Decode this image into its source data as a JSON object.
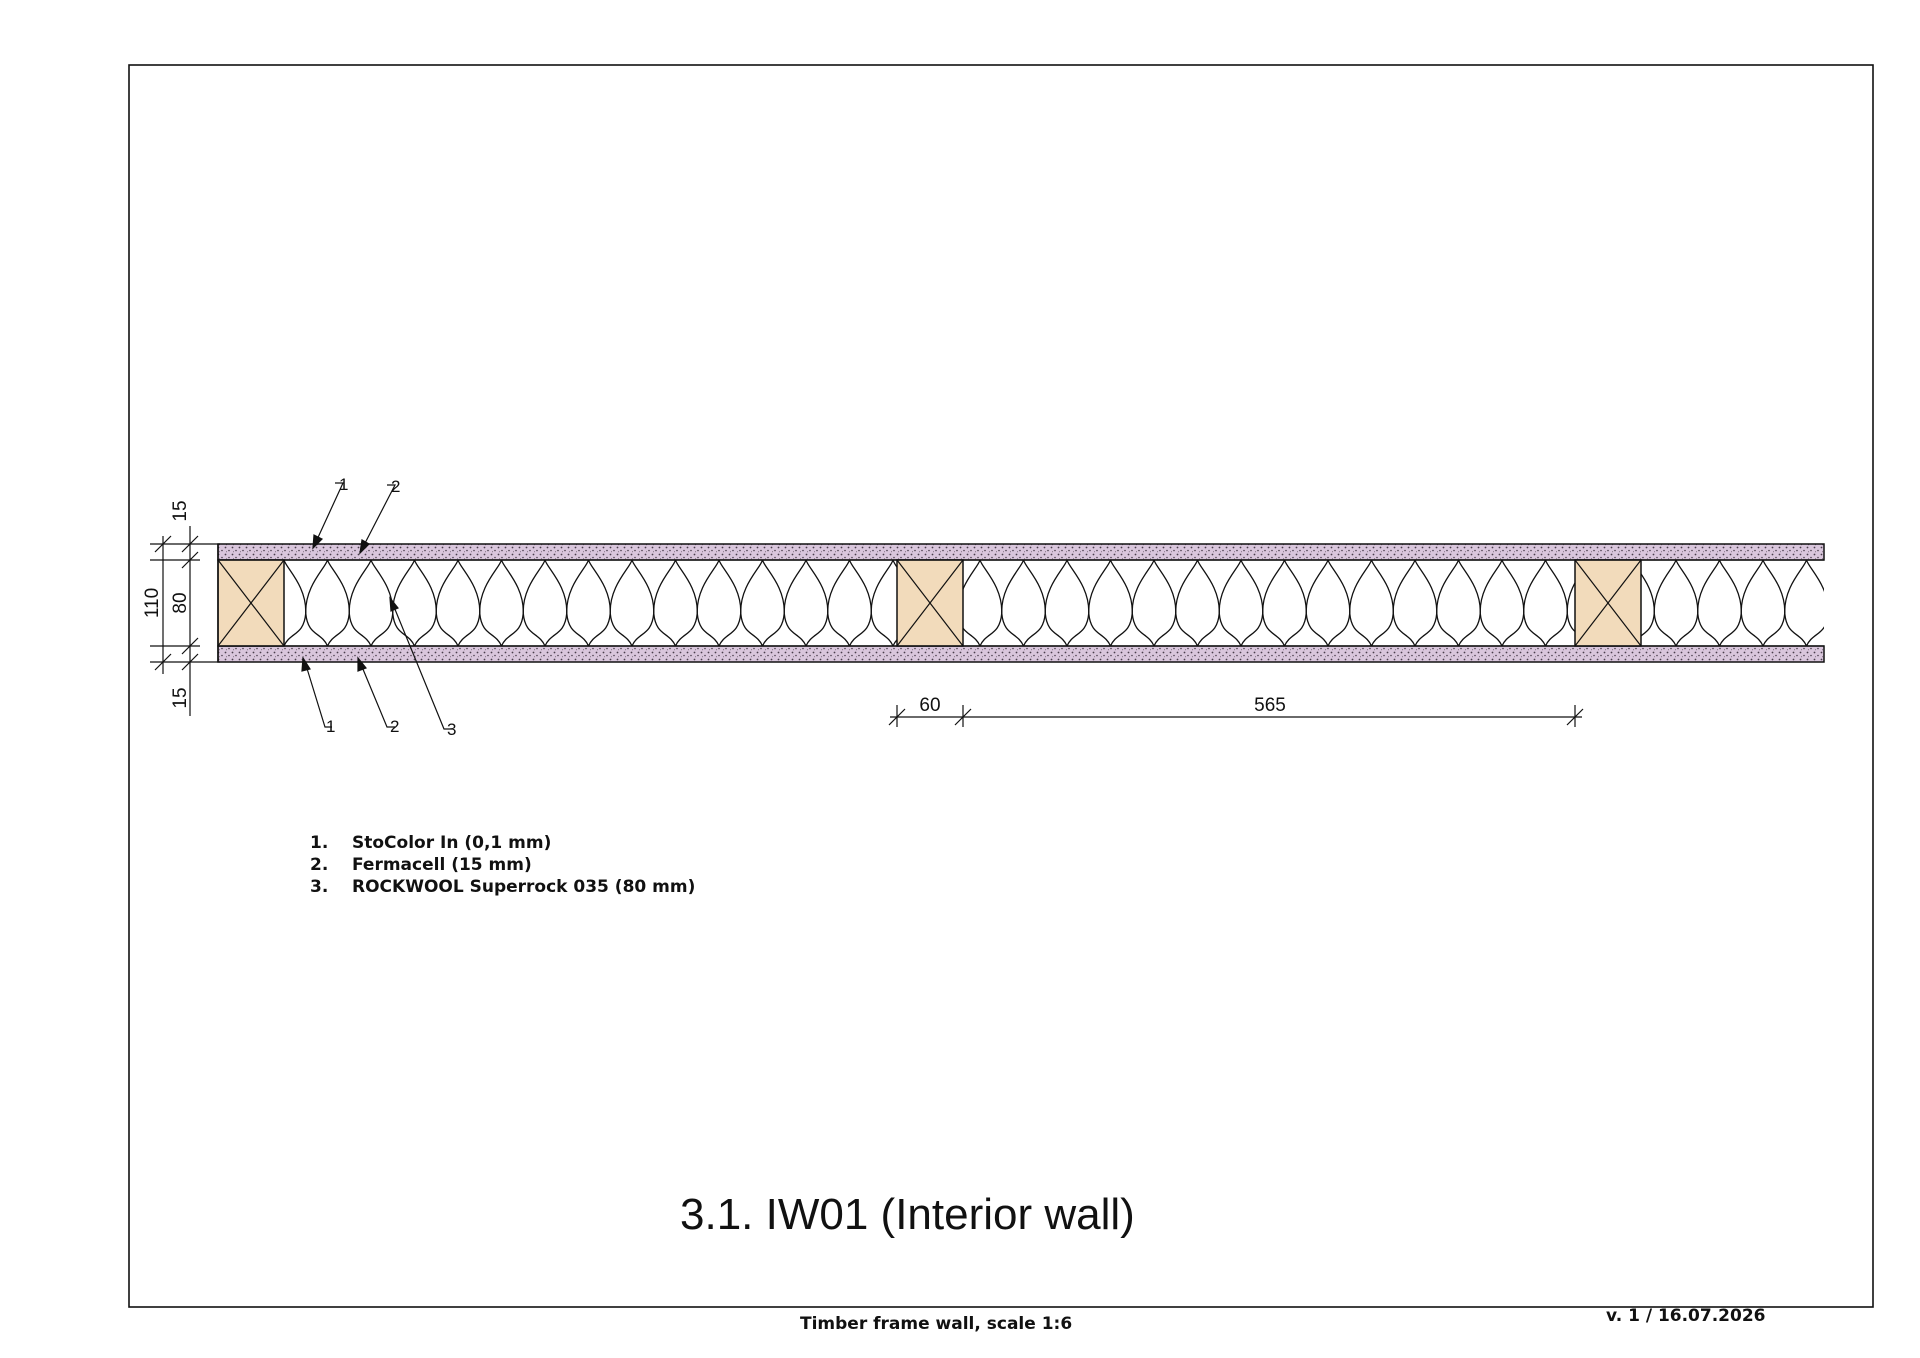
{
  "drawing": {
    "title": "3.1. IW01 (Interior wall)",
    "footer_caption": "Timber frame wall, scale 1:6",
    "version": "v. 1 / 16.07.2026"
  },
  "legend": [
    {
      "num": "1.",
      "text": "StoColor In (0,1 mm)"
    },
    {
      "num": "2.",
      "text": "Fermacell (15 mm)"
    },
    {
      "num": "3.",
      "text": "ROCKWOOL Superrock 035 (80 mm)"
    }
  ],
  "dimensions": {
    "layer_top": "15",
    "total": "110",
    "core": "80",
    "layer_bottom": "15",
    "stud_width": "60",
    "stud_spacing": "565"
  },
  "leader_tags": {
    "top": [
      "1",
      "2"
    ],
    "bottom": [
      "1",
      "2",
      "3"
    ]
  },
  "colors": {
    "board_fill": "#d9c6dc",
    "stud_fill": "#f2dbbb",
    "line": "#111111"
  }
}
